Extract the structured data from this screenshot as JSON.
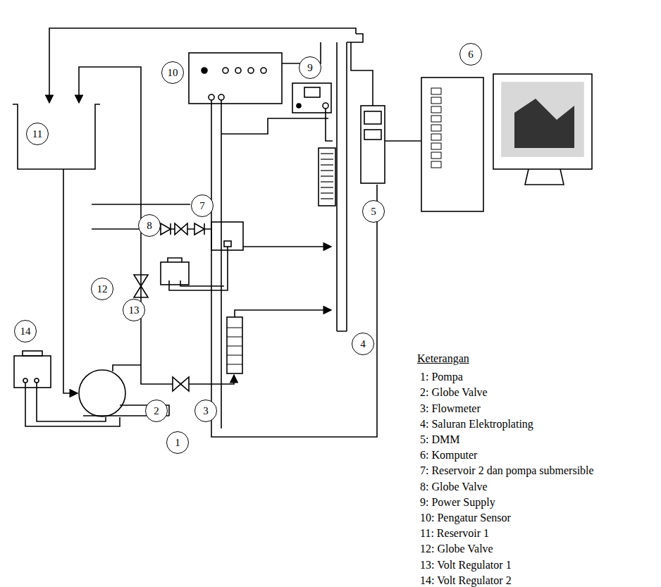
{
  "diagram": {
    "nodes": [
      {
        "text": [
          "6"
        ]
      },
      {
        "text": [
          "10"
        ]
      },
      {
        "text": [
          "9"
        ]
      },
      {
        "text": [
          "11"
        ]
      },
      {
        "text": [
          "5"
        ]
      },
      {
        "text": [
          "8"
        ]
      },
      {
        "text": [
          "7"
        ]
      },
      {
        "text": [
          "12"
        ]
      },
      {
        "text": [
          "13"
        ]
      },
      {
        "text": [
          "4"
        ]
      },
      {
        "text": [
          "14"
        ]
      },
      {
        "text": [
          "2"
        ]
      },
      {
        "text": [
          "1"
        ]
      },
      {
        "text": [
          "3"
        ]
      }
    ],
    "labels": [
      "Keterangan",
      "1: Pompa",
      "2: Globe Valve",
      "3: Flowmeter",
      "4: Saluran Elektroplating",
      "5: DMM",
      "6: Komputer",
      "7: Reservoir 2 dan pompa submersible",
      "8: Globe Valve",
      "9: Power Supply",
      "10: Pengatur Sensor",
      "11: Reservoir 1",
      "12: Globe Valve",
      "13: Volt Regulator 1",
      "14: Volt Regulator 2"
    ]
  }
}
